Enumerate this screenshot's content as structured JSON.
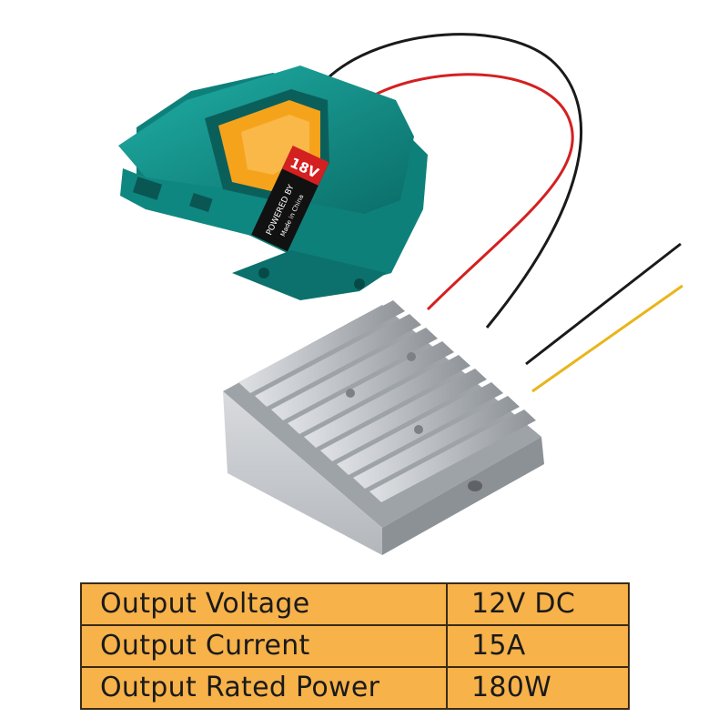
{
  "image": {
    "subject": "",
    "adapter_label_voltage": "18V",
    "adapter_label_line1": "POWERED BY",
    "adapter_label_line2": "Made in China",
    "colors": {
      "adapter_body": "#15968f",
      "adapter_insert": "#f6a31c",
      "heatsink": "#c6c9cd",
      "wire_red": "#d42020",
      "wire_black": "#1a1a1a",
      "wire_yellow": "#e9b51a",
      "table_fill": "#f7b24a"
    }
  },
  "specs": {
    "rows": [
      {
        "label": "Output Voltage",
        "value": "12V DC"
      },
      {
        "label": "Output Current",
        "value": "15A"
      },
      {
        "label": "Output Rated Power",
        "value": "180W"
      }
    ]
  }
}
